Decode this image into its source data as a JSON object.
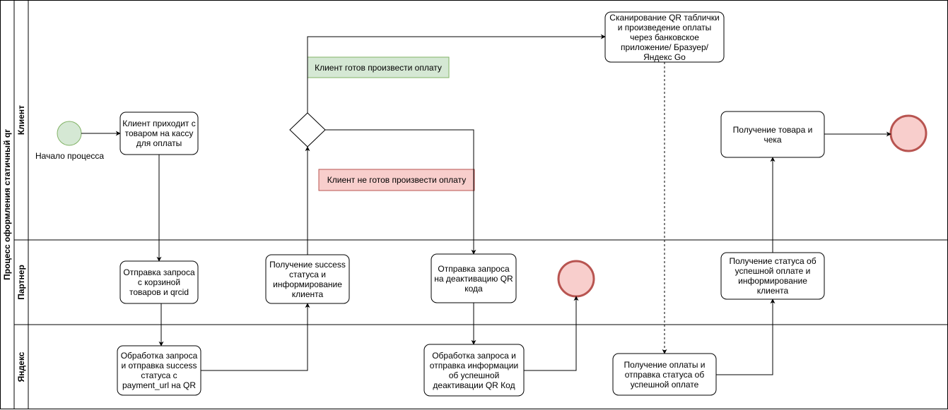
{
  "pool": {
    "title": "Процесс оформления статичный qr"
  },
  "lanes": [
    {
      "id": "client",
      "title": "Клиент"
    },
    {
      "id": "partner",
      "title": "Партнер"
    },
    {
      "id": "yandex",
      "title": "Яндекс"
    }
  ],
  "events": {
    "start": {
      "label": "Начало процесса",
      "fill": "#d5e8d4",
      "stroke": "#82b366"
    },
    "end_color": {
      "fill": "#f8cecc",
      "stroke": "#b85450"
    }
  },
  "tasks": {
    "client_arrives": "Клиент приходит с товаром на кассу для оплаты",
    "send_cart": "Отправка запроса с корзиной товаров и qrcid",
    "process_request": "Обработка запроса и отправка success статуса с payment_url на QR",
    "receive_success": "Получение success статуса и информирование клиента",
    "scan_qr": "Сканирование QR таблички и произведение оплаты через банковское приложение/ Бразуер/Яндекс Go",
    "deactivate_request": "Отправка запроса на деактивацию QR кода",
    "process_deactivation": "Обработка запроса и отправка информации об успешной деактивации QR Код",
    "receive_payment": "Получение оплаты и отправка статуса об успешной оплате",
    "receive_status": "Получение статуса об успешной оплате и информирование клиента",
    "receive_goods": "Получение товара и чека"
  },
  "conditions": {
    "ready": {
      "text": "Клиент готов произвести оплату",
      "fill": "#d5e8d4",
      "stroke": "#82b366"
    },
    "not_ready": {
      "text": "Клиент не готов произвести оплату",
      "fill": "#f8cecc",
      "stroke": "#b85450"
    }
  }
}
